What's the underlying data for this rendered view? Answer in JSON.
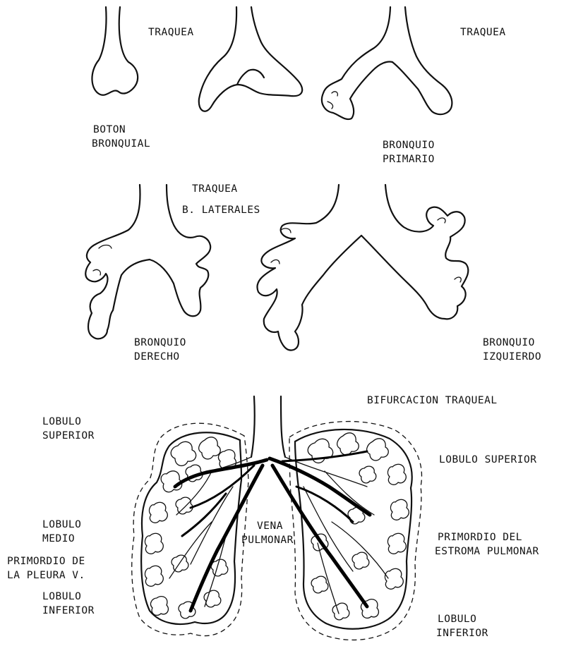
{
  "labels": {
    "traquea_1": "TRAQUEA",
    "traquea_2": "TRAQUEA",
    "traquea_3": "TRAQUEA",
    "boton_bronquial": [
      "BOTON",
      "BRONQUIAL"
    ],
    "bronquio_primario": [
      "BRONQUIO",
      "PRIMARIO"
    ],
    "b_laterales": "B. LATERALES",
    "bronquio_derecho": [
      "BRONQUIO",
      "DERECHO"
    ],
    "bronquio_izquierdo": [
      "BRONQUIO",
      "IZQUIERDO"
    ],
    "bifurcacion_traqueal": "BIFURCACION TRAQUEAL",
    "lobulo_superior_left": [
      "LOBULO",
      "SUPERIOR"
    ],
    "lobulo_superior_right": "LOBULO SUPERIOR",
    "lobulo_medio": [
      "LOBULO",
      "MEDIO"
    ],
    "vena_pulmonar": [
      "VENA",
      "PULMONAR"
    ],
    "primordio_estroma": [
      "PRIMORDIO DEL",
      "ESTROMA PULMONAR"
    ],
    "primordio_pleura": [
      "PRIMORDIO DE",
      "LA PLEURA V."
    ],
    "lobulo_inferior_left": [
      "LOBULO",
      "INFERIOR"
    ],
    "lobulo_inferior_right": [
      "LOBULO",
      "INFERIOR"
    ]
  },
  "colors": {
    "ink": "#111111",
    "background": "#ffffff"
  }
}
